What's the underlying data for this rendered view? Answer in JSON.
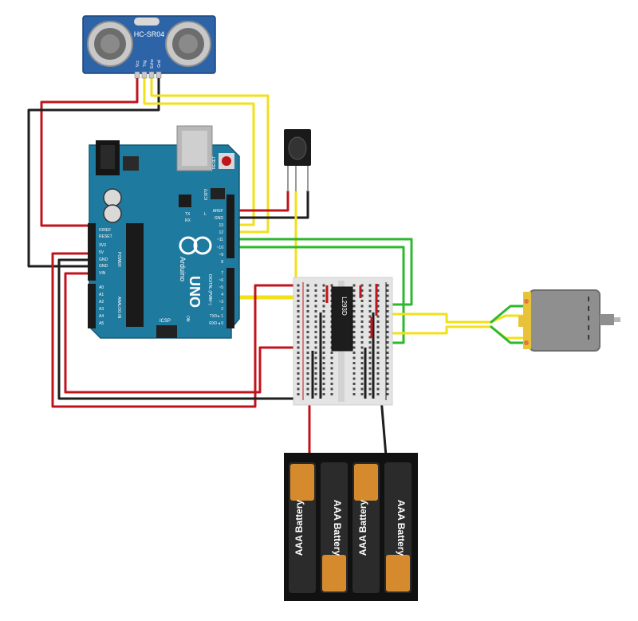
{
  "sensor": {
    "name": "HC-SR04",
    "pins": [
      "Vcc",
      "Trig",
      "Echo",
      "Gnd"
    ]
  },
  "arduino": {
    "brand": "Arduino",
    "model": "UNO",
    "reset_label": "RESET",
    "icsp2_label": "ICSP2",
    "icsp_label": "ICSP",
    "on_label": "ON",
    "tx_label": "TX",
    "rx_label": "RX",
    "l_label": "L",
    "power_label": "POWER",
    "analog_label": "ANALOG IN",
    "digital_label": "DIGITAL (PWM~)",
    "power_pins": [
      "IOREF",
      "RESET",
      "3V3",
      "5V",
      "GND",
      "GND",
      "VIN"
    ],
    "analog_pins": [
      "A0",
      "A1",
      "A2",
      "A3",
      "A4",
      "A5"
    ],
    "top_pins": [
      "AREF",
      "GND",
      "13",
      "12",
      "~11",
      "~10",
      "~9",
      "8"
    ],
    "bottom_pins": [
      "7",
      "~6",
      "~5",
      "4",
      "~3",
      "2",
      "TX0 ▸ 1",
      "RX0 ◂ 0"
    ]
  },
  "driver_chip": {
    "label": "L293D"
  },
  "battery_pack": {
    "cell_label": "AAA Battery",
    "cell_count": 4
  },
  "colors": {
    "wire_red": "#c0141c",
    "wire_black": "#1e1e1e",
    "wire_yellow": "#f2e01a",
    "wire_green": "#2eb82e",
    "board_blue": "#1f7a9f",
    "sensor_blue": "#2d64a8",
    "breadboard": "#e4e4e4",
    "battery_copper": "#d58a2e"
  }
}
